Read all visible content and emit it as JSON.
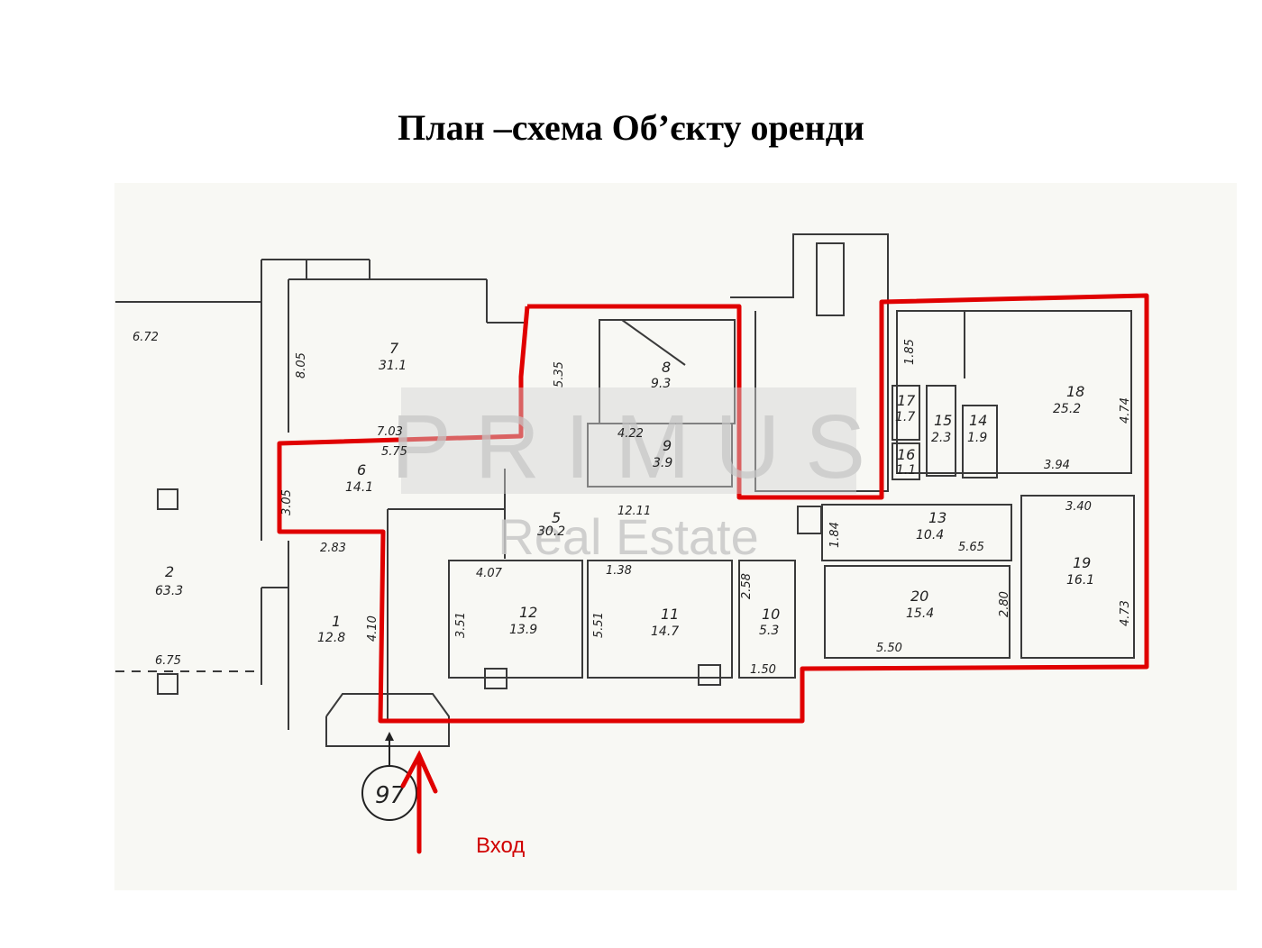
{
  "title": "План –схема Об’єкту оренди",
  "watermark": {
    "brand": "P R I M U S",
    "sub": "Real Estate"
  },
  "entrance": {
    "label": "Вход",
    "building_number": "97"
  },
  "rooms": [
    {
      "id": "room-1",
      "number": "1",
      "area": "12.8"
    },
    {
      "id": "room-2",
      "number": "2",
      "area": "63.3"
    },
    {
      "id": "room-5",
      "number": "5",
      "area": "30.2"
    },
    {
      "id": "room-6",
      "number": "6",
      "area": "14.1"
    },
    {
      "id": "room-7",
      "number": "7",
      "area": "31.1"
    },
    {
      "id": "room-8",
      "number": "8",
      "area": "9.3"
    },
    {
      "id": "room-9",
      "number": "9",
      "area": "3.9"
    },
    {
      "id": "room-10",
      "number": "10",
      "area": "5.3"
    },
    {
      "id": "room-11",
      "number": "11",
      "area": "14.7"
    },
    {
      "id": "room-12",
      "number": "12",
      "area": "13.9"
    },
    {
      "id": "room-13",
      "number": "13",
      "area": "10.4"
    },
    {
      "id": "room-14",
      "number": "14",
      "area": "1.9"
    },
    {
      "id": "room-15",
      "number": "15",
      "area": "2.3"
    },
    {
      "id": "room-16",
      "number": "16",
      "area": "1.1"
    },
    {
      "id": "room-17",
      "number": "17",
      "area": "1.7"
    },
    {
      "id": "room-18",
      "number": "18",
      "area": "25.2"
    },
    {
      "id": "room-19",
      "number": "19",
      "area": "16.1"
    },
    {
      "id": "room-20",
      "number": "20",
      "area": "15.4"
    }
  ],
  "dimensions": [
    "6.72",
    "6.75",
    "8.05",
    "7.03",
    "5.75",
    "5.35",
    "4.22",
    "12.11",
    "3.05",
    "2.83",
    "4.10",
    "4.07",
    "3.51",
    "1.38",
    "5.51",
    "2.58",
    "1.50",
    "1.84",
    "5.65",
    "2.80",
    "5.50",
    "3.40",
    "4.73",
    "3.94",
    "4.74",
    "1.85"
  ],
  "colors": {
    "wall": "#3a3a3a",
    "highlight": "#e00000",
    "entrance_text": "#d00000",
    "watermark": "#c8c8c8"
  }
}
